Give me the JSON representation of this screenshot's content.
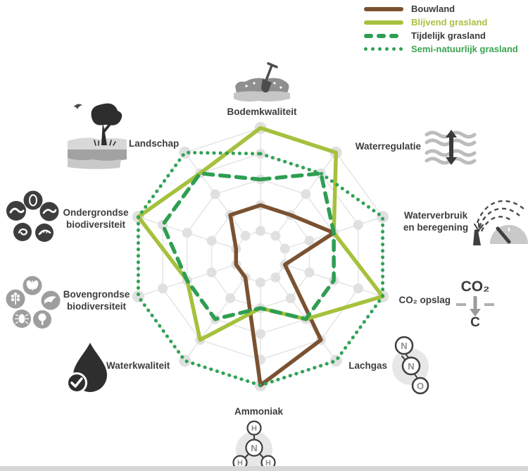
{
  "chart_data": {
    "type": "radar",
    "rings": 5,
    "scale": {
      "min": 0,
      "max": 5
    },
    "grid_color": "#e5e5e5",
    "grid_dot_color": "#e0e0e0",
    "axes": [
      {
        "label": "Bodemkwaliteit",
        "icon": "soil-shovel-icon"
      },
      {
        "label": "Waterregulatie",
        "icon": "waves-double-arrow-icon"
      },
      {
        "label": "Waterverbruik en beregening",
        "lines": [
          "Waterverbruik",
          "en beregening"
        ],
        "icon": "sprinkler-gauge-icon"
      },
      {
        "label": "CO₂ opslag",
        "icon": "co2-to-c-icon"
      },
      {
        "label": "Lachgas",
        "icon": "n2o-molecule-icon"
      },
      {
        "label": "Ammoniak",
        "icon": "nh3-molecule-icon"
      },
      {
        "label": "Waterkwaliteit",
        "icon": "water-drop-check-icon"
      },
      {
        "label": "Bovengrondse biodiversiteit",
        "lines": [
          "Bovengrondse",
          "biodiversiteit"
        ],
        "icon": "aboveground-biodiversity-icon"
      },
      {
        "label": "Ondergrondse biodiversiteit",
        "lines": [
          "Ondergrondse",
          "biodiversiteit"
        ],
        "icon": "underground-biodiversity-icon"
      },
      {
        "label": "Landschap",
        "icon": "landscape-tree-bird-icon"
      }
    ],
    "series": [
      {
        "name": "Bouwland",
        "color": "#7a5231",
        "style": "solid",
        "legend_text_color": "#3c3c3b",
        "values": [
          2,
          2,
          3,
          1,
          4,
          5,
          1,
          1,
          1,
          2
        ]
      },
      {
        "name": "Blijvend grasland",
        "color": "#a5c13d",
        "style": "solid",
        "legend_text_color": "#a9c23e",
        "values": [
          5,
          5,
          3,
          5,
          3,
          2,
          4,
          3,
          5,
          4
        ]
      },
      {
        "name": "Tijdelijk grasland",
        "color": "#2f9e52",
        "style": "dashed",
        "legend_text_color": "#3c3c3b",
        "values": [
          3,
          4,
          3,
          3,
          3,
          2,
          3,
          3,
          4,
          4
        ]
      },
      {
        "name": "Semi-natuurlijk grasland",
        "color": "#2fa254",
        "style": "dotted",
        "legend_text_color": "#3aa350",
        "values": [
          4,
          4,
          5,
          5,
          5,
          5,
          5,
          5,
          5,
          5
        ]
      }
    ],
    "legend_position": "top-right",
    "title": "",
    "molecule_letters": {
      "ammonia": [
        "H",
        "N",
        "H",
        "H"
      ],
      "nitrous_oxide": [
        "N",
        "N",
        "O"
      ],
      "co2_storage": [
        "CO₂",
        "C"
      ]
    }
  }
}
